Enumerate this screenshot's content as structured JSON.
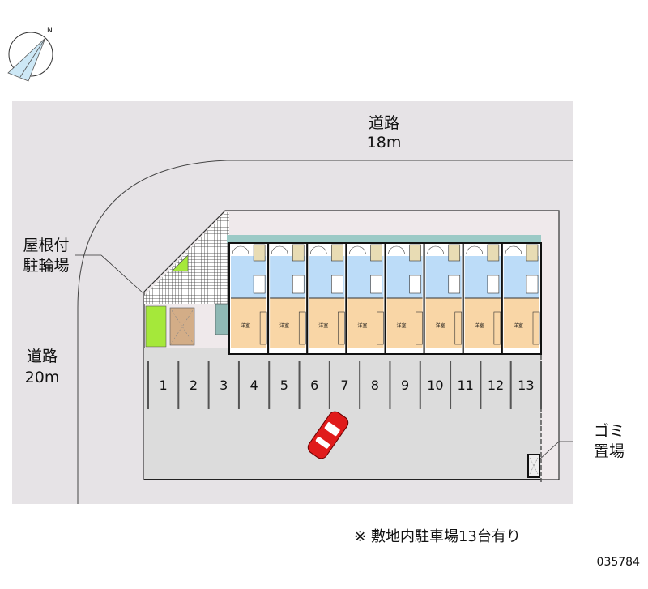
{
  "roads": {
    "top": {
      "name": "道路",
      "width": "18m"
    },
    "left": {
      "name": "道路",
      "width": "20m"
    }
  },
  "labels": {
    "bicycle_line1": "屋根付",
    "bicycle_line2": "駐輪場",
    "garbage_line1": "ゴミ",
    "garbage_line2": "置場",
    "unit_room": "洋室"
  },
  "parking": {
    "slots": [
      "1",
      "2",
      "3",
      "4",
      "5",
      "6",
      "7",
      "8",
      "9",
      "10",
      "11",
      "12",
      "13"
    ]
  },
  "note": "※ 敷地内駐車場13台有り",
  "code": "035784",
  "unit_count": 8,
  "colors": {
    "road": "#e6e3e6",
    "lot": "#dcdcdc",
    "wet_area": "#bcdcf8",
    "room": "#f9d6a6",
    "green": "#a5e83a",
    "car": "#e01b1b"
  }
}
